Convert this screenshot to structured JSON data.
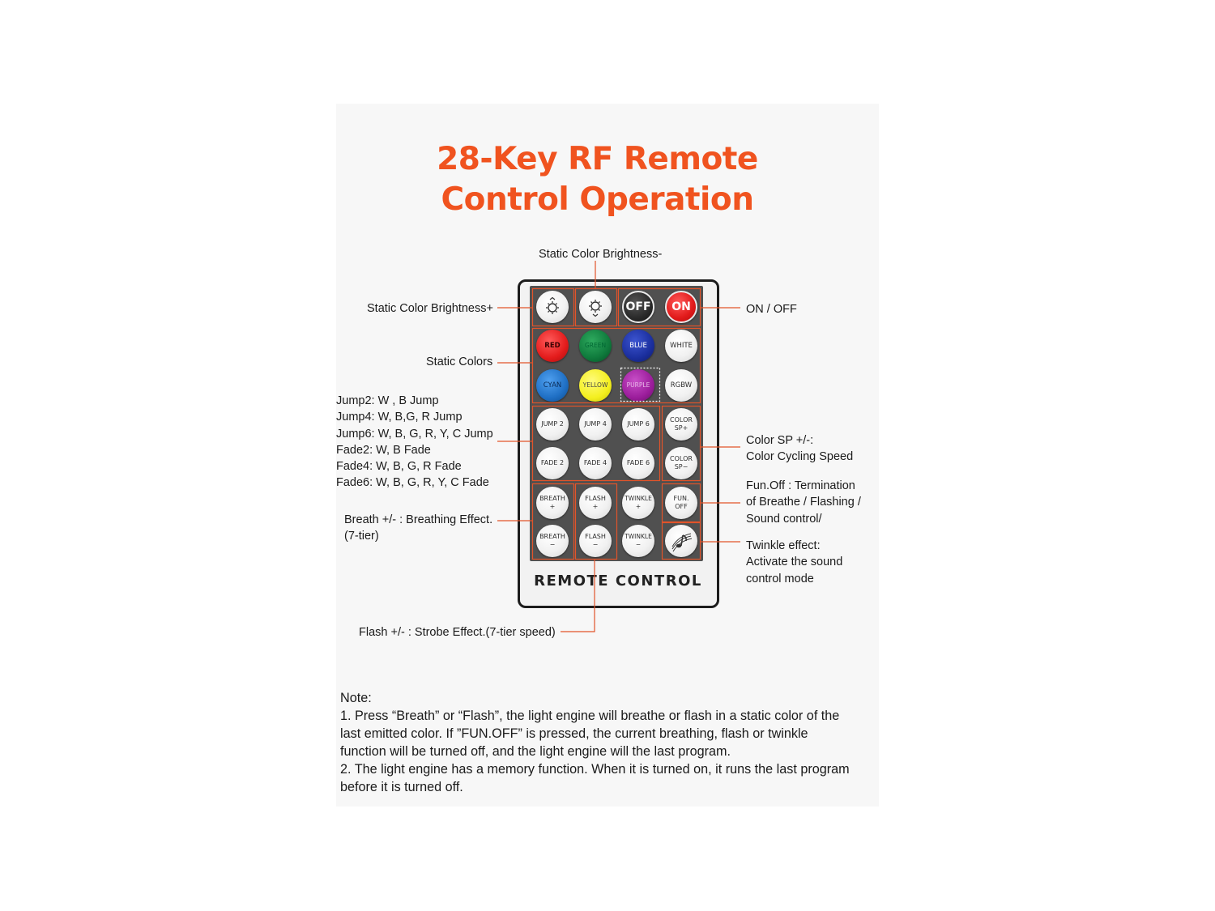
{
  "title": {
    "line1": "28-Key RF Remote",
    "line2": "Control Operation"
  },
  "labels": {
    "brightness_minus": "Static Color Brightness-",
    "brightness_plus": "Static Color Brightness+",
    "on_off": "ON / OFF",
    "static_colors": "Static Colors",
    "jump_fade": [
      "Jump2: W , B Jump",
      "Jump4: W, B,G, R Jump",
      "Jump6: W,  B, G, R, Y, C Jump",
      "Fade2: W,  B Fade",
      "Fade4: W, B, G, R Fade",
      "Fade6: W, B, G, R, Y, C Fade"
    ],
    "color_sp": [
      "Color SP +/-:",
      "Color Cycling Speed"
    ],
    "fun_off": [
      "Fun.Off : Termination",
      "of Breathe / Flashing /",
      "Sound control/"
    ],
    "breath": [
      "Breath +/- : Breathing Effect.",
      "(7-tier)"
    ],
    "twinkle": [
      "Twinkle effect:",
      "Activate the sound",
      "control mode"
    ],
    "flash": "Flash +/- : Strobe Effect.(7-tier speed)"
  },
  "remote": {
    "label": "REMOTE CONTROL",
    "buttons": {
      "off": "OFF",
      "on": "ON",
      "red": "RED",
      "green": "GREEN",
      "blue": "BLUE",
      "white": "WHITE",
      "cyan": "CYAN",
      "yellow": "YELLOW",
      "purple": "PURPLE",
      "rgbw": "RGBW",
      "jump2": "JUMP 2",
      "jump4": "JUMP 4",
      "jump6": "JUMP 6",
      "color_sp_plus": [
        "COLOR",
        "SP+"
      ],
      "fade2": "FADE 2",
      "fade4": "FADE 4",
      "fade6": "FADE 6",
      "color_sp_minus": [
        "COLOR",
        "SP−"
      ],
      "breath_plus": [
        "BREATH",
        "+"
      ],
      "flash_plus": [
        "FLASH",
        "+"
      ],
      "twinkle_plus": [
        "TWINKLE",
        "+"
      ],
      "fun_off": [
        "FUN.",
        "OFF"
      ],
      "breath_minus": [
        "BREATH",
        "−"
      ],
      "flash_minus": [
        "FLASH",
        "−"
      ],
      "twinkle_minus": [
        "TWINKLE",
        "−"
      ]
    },
    "icons": {
      "brightness_plus": "sun-up-icon",
      "brightness_minus": "sun-down-icon",
      "sound_mode": "music-note-icon"
    }
  },
  "note": {
    "heading": "Note:",
    "lines": [
      "1. Press “Breath” or “Flash”, the light engine will breathe or flash in a static color of the",
      "last emitted color. If ”FUN.OFF” is pressed, the current breathing, flash or twinkle",
      "function will be turned off, and the light engine will the last program.",
      "2. The light engine has a memory function. When it is turned on, it runs the last program",
      "before it is turned off."
    ]
  },
  "colors": {
    "accent": "#f0531f",
    "callout": "#e2542a",
    "red": "#e31b1b",
    "green": "#0f7a3c",
    "blue": "#1b2f9e",
    "cyan": "#1f6fc4",
    "yellow": "#f4ef1f",
    "purple": "#9b1d9b"
  }
}
